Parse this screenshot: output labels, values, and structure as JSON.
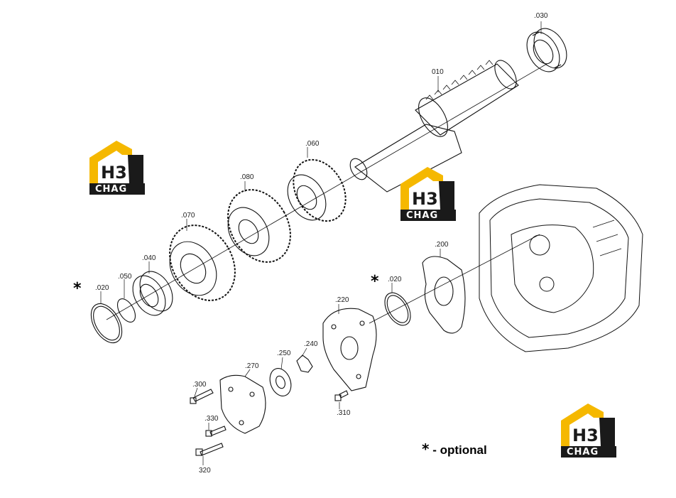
{
  "diagram": {
    "part_labels": {
      "p010": "010",
      "p020_left": ".020",
      "p020_right": ".020",
      "p030": ".030",
      "p040": ".040",
      "p050": ".050",
      "p060": ".060",
      "p070": ".070",
      "p080": ".080",
      "p200": ".200",
      "p220": ".220",
      "p240": ".240",
      "p250": ".250",
      "p270": ".270",
      "p300": ".300",
      "p310": ".310",
      "p320": "320",
      "p330": ".330"
    },
    "optional_marker": "*",
    "legend": {
      "symbol": "*",
      "text": "- optional"
    }
  },
  "watermark": {
    "logo_text_top": "H3",
    "logo_text_bottom": "CHAG",
    "colors": {
      "yellow": "#f5b800",
      "dark": "#1a1a1a"
    }
  }
}
